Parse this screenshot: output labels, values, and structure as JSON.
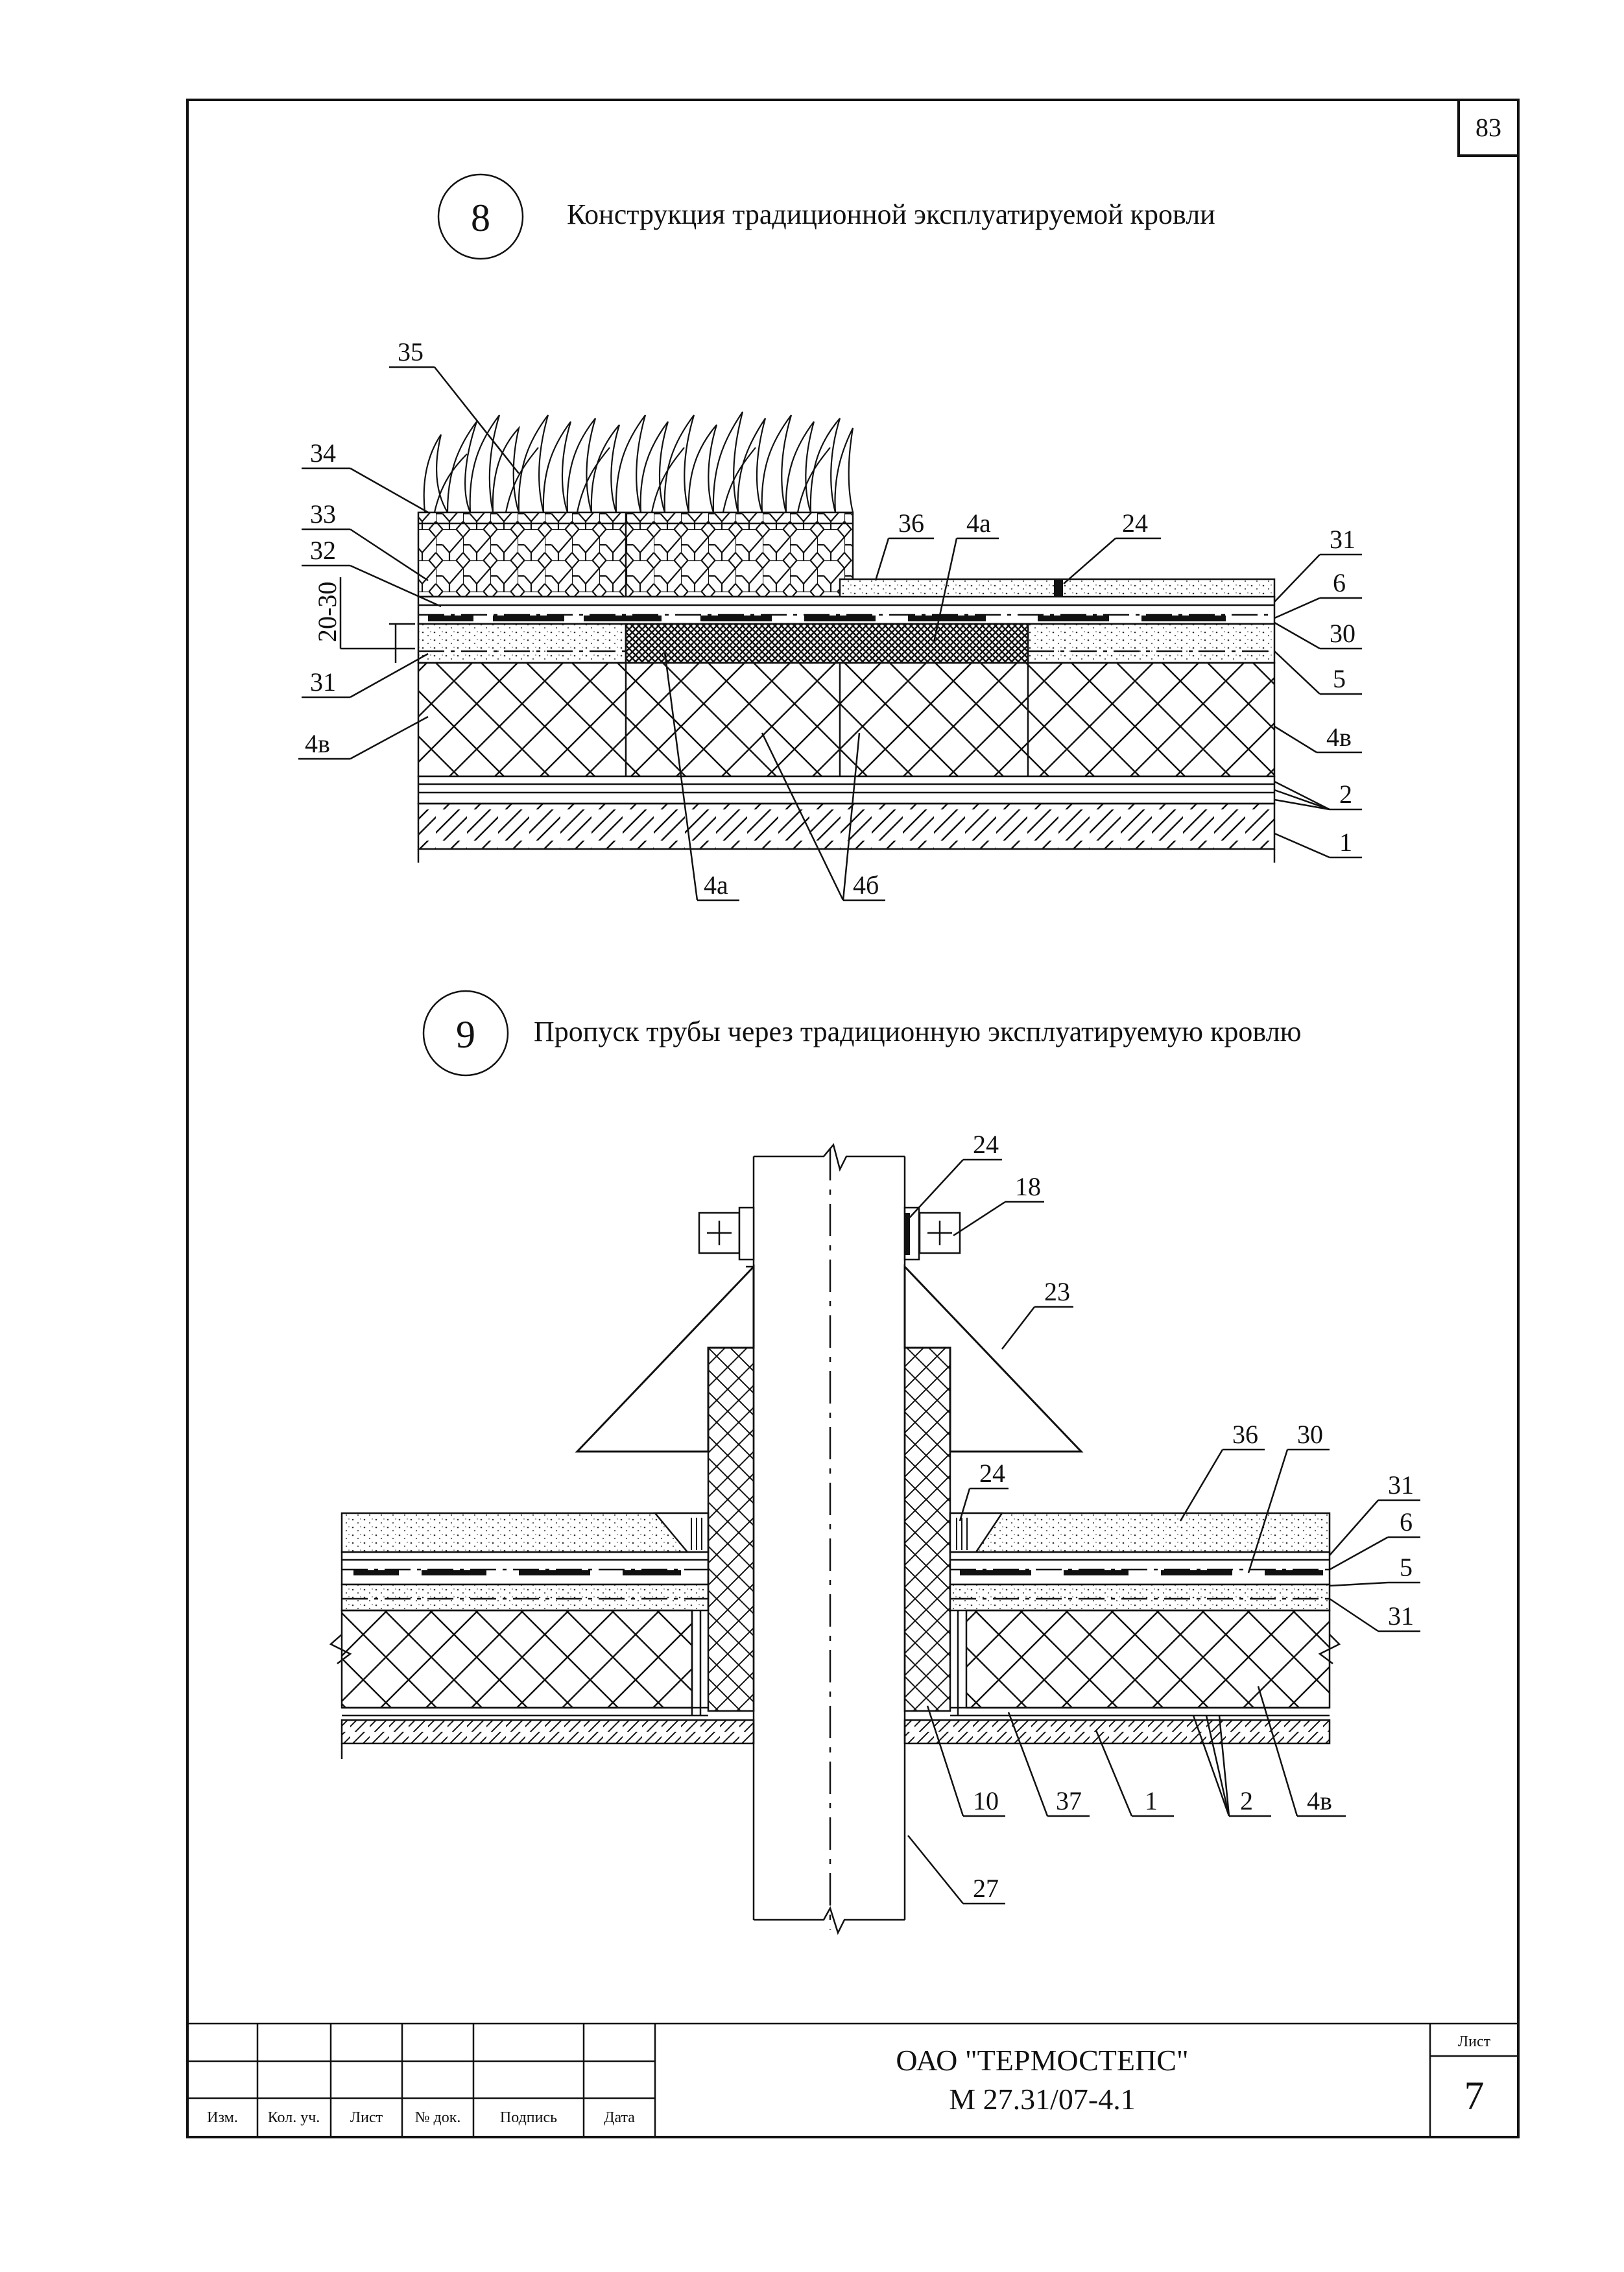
{
  "sheet_number": "83",
  "detail_8": {
    "number": "8",
    "title": "Конструкция традиционной эксплуатируемой кровли",
    "labels_left": [
      "35",
      "34",
      "33",
      "32",
      "20-30",
      "31",
      "4в"
    ],
    "labels_right": [
      "36",
      "4а",
      "24",
      "31",
      "6",
      "30",
      "5",
      "4в",
      "2",
      "1"
    ],
    "labels_bottom": [
      "4а",
      "4б"
    ]
  },
  "detail_9": {
    "number": "9",
    "title": "Пропуск трубы через традиционную эксплуатируемую кровлю",
    "labels_top": [
      "24",
      "18",
      "23"
    ],
    "labels_right": [
      "36",
      "30",
      "24",
      "31",
      "6",
      "5",
      "31"
    ],
    "labels_bottom": [
      "10",
      "37",
      "1",
      "2",
      "4в",
      "27"
    ]
  },
  "title_block": {
    "columns": [
      "Изм.",
      "Кол. уч.",
      "Лист",
      "№ док.",
      "Подпись",
      "Дата"
    ],
    "organization": "ОАО  \"ТЕРМОСТЕПС\"",
    "code": "М 27.31/07-4.1",
    "page_label": "Лист",
    "page_number": "7"
  }
}
